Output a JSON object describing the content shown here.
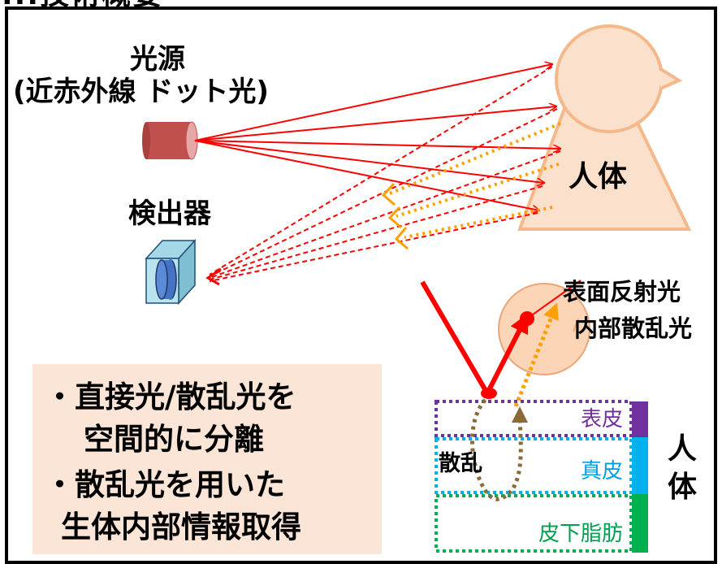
{
  "heading": "...技術概要",
  "source": {
    "title": "光源",
    "subtitle": "(近赤外線 ドット光)"
  },
  "detector": {
    "label": "検出器"
  },
  "body": {
    "label": "人体"
  },
  "reflection": {
    "surface_label": "表面反射光",
    "internal_label": "内部散乱光"
  },
  "summary": {
    "lines": [
      "・直接光/散乱光を",
      "空間的に分離",
      "・散乱光を用いた",
      "生体内部情報取得"
    ]
  },
  "skin": {
    "scatter_label": "散乱",
    "side_label_top": "人",
    "side_label_bottom": "体",
    "layers": [
      {
        "name": "表皮",
        "color": "#7030a0"
      },
      {
        "name": "真皮",
        "color": "#00b0f0"
      },
      {
        "name": "皮下脂肪",
        "color": "#00b050"
      }
    ]
  },
  "colors": {
    "direct_light": "#ff0000",
    "scattered_light": "#ffa000",
    "body_fill": "#fbe1cc",
    "body_outline": "#f5b88a",
    "panel_fill": "#fbe5d6",
    "scatter_path": "#8b6a3a"
  }
}
